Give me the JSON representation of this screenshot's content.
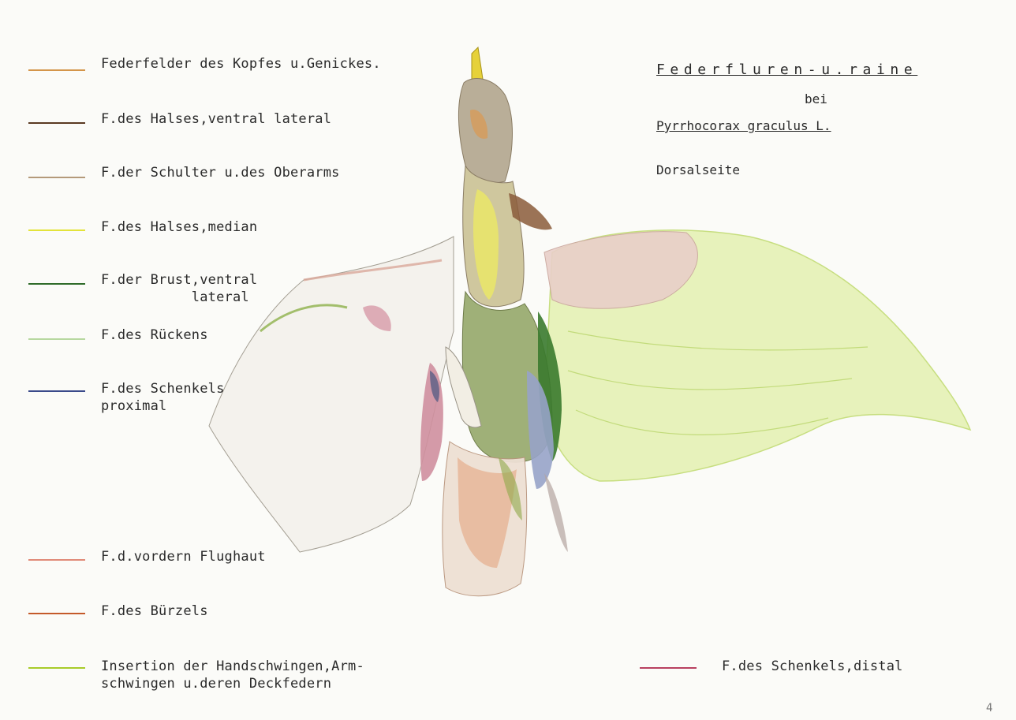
{
  "title": {
    "main": "Federfluren-u.raine",
    "connector": "bei",
    "species": "Pyrrhocorax graculus L.",
    "view": "Dorsalseite"
  },
  "page_number": "4",
  "legend": [
    {
      "color": "#d4954a",
      "text": "Federfelder des Kopfes u.Genickes."
    },
    {
      "color": "#5a3a22",
      "text": "F.des Halses,ventral lateral"
    },
    {
      "color": "#b49a7a",
      "text": "F.der Schulter u.des Oberarms"
    },
    {
      "color": "#e3e33a",
      "text": "F.des Halses,median"
    },
    {
      "color": "#2f6b2a",
      "text": "F.der Brust,ventral\n           lateral"
    },
    {
      "color": "#b7d8a0",
      "text": "F.des Rückens"
    },
    {
      "color": "#3a4a8a",
      "text": "F.des Schenkels\nproximal"
    },
    {
      "color": "#e08a78",
      "text": "F.d.vordern Flughaut"
    },
    {
      "color": "#c45a2a",
      "text": "F.des Bürzels"
    },
    {
      "color": "#a8cc2a",
      "text": "Insertion der Handschwingen,Arm-\nschwingen u.deren Deckfedern"
    },
    {
      "color": "#b84060",
      "text": "F.des Schenkels,distal"
    }
  ]
}
